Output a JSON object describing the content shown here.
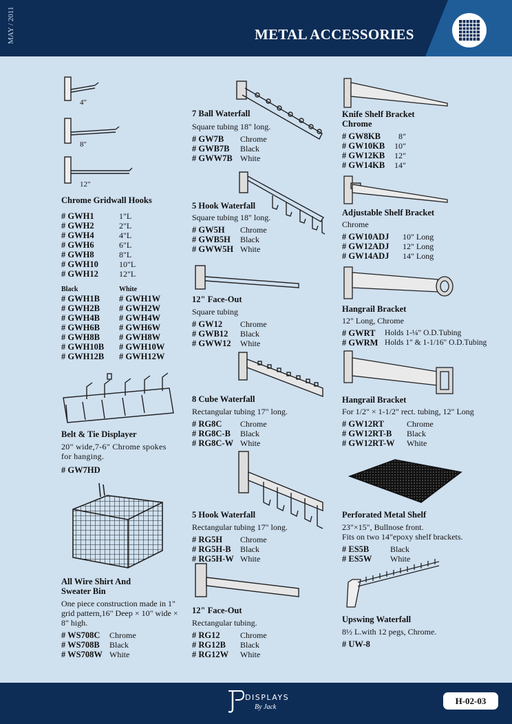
{
  "header": {
    "date": "MAY / 2011",
    "title": "METAL ACCESSORIES",
    "icon": "grid-icon"
  },
  "footer": {
    "logo_text": "DISPLAYS",
    "logo_sub": "By Jack",
    "page_code": "H-02-03"
  },
  "hooks": {
    "labels": [
      "4\"",
      "8\"",
      "12\""
    ],
    "title": "Chrome Gridwall Hooks",
    "codes": [
      {
        "code": "# GWH1",
        "size": "1\"L"
      },
      {
        "code": "# GWH2",
        "size": "2\"L"
      },
      {
        "code": "# GWH4",
        "size": "4\"L"
      },
      {
        "code": "# GWH6",
        "size": "6\"L"
      },
      {
        "code": "# GWH8",
        "size": "8\"L"
      },
      {
        "code": "# GWH10",
        "size": "10\"L"
      },
      {
        "code": "# GWH12",
        "size": "12\"L"
      }
    ],
    "black_head": "Black",
    "white_head": "White",
    "black": [
      "# GWH1B",
      "# GWH2B",
      "# GWH4B",
      "# GWH6B",
      "# GWH8B",
      "# GWH10B",
      "# GWH12B"
    ],
    "white": [
      "# GWH1W",
      "# GWH2W",
      "# GWH4W",
      "# GWH6W",
      "# GWH8W",
      "# GWH10W",
      "# GWH12W"
    ]
  },
  "belt": {
    "title": "Belt & Tie Displayer",
    "desc": "20\" wide,7-6\" Chrome spokes for hanging.",
    "code": "# GW7HD"
  },
  "bin": {
    "title1": "All Wire Shirt And",
    "title2": "Sweater Bin",
    "desc": "One piece construction made in 1\" grid pattern,16\" Deep × 10\" wide × 8\" high.",
    "rows": [
      {
        "code": "# WS708C",
        "finish": "Chrome"
      },
      {
        "code": "# WS708B",
        "finish": "Black"
      },
      {
        "code": "# WS708W",
        "finish": "White"
      }
    ]
  },
  "ball_waterfall": {
    "title": "7 Ball Waterfall",
    "desc": "Square tubing 18\" long.",
    "rows": [
      {
        "code": "# GW7B",
        "finish": "Chrome"
      },
      {
        "code": "# GWB7B",
        "finish": "Black"
      },
      {
        "code": "# GWW7B",
        "finish": "White"
      }
    ]
  },
  "hook_waterfall": {
    "title": "5 Hook Waterfall",
    "desc": "Square tubing 18\" long.",
    "rows": [
      {
        "code": "# GW5H",
        "finish": "Chrome"
      },
      {
        "code": "# GWB5H",
        "finish": "Black"
      },
      {
        "code": "# GWW5H",
        "finish": "White"
      }
    ]
  },
  "faceout": {
    "title": "12\" Face-Out",
    "desc": "Square tubing",
    "rows": [
      {
        "code": "# GW12",
        "finish": "Chrome"
      },
      {
        "code": "# GWB12",
        "finish": "Black"
      },
      {
        "code": "# GWW12",
        "finish": "White"
      }
    ]
  },
  "cube_waterfall": {
    "title": "8 Cube Waterfall",
    "desc": "Rectangular tubing 17\" long.",
    "rows": [
      {
        "code": "# RG8C",
        "finish": "Chrome"
      },
      {
        "code": "# RG8C-B",
        "finish": "Black"
      },
      {
        "code": "# RG8C-W",
        "finish": "White"
      }
    ]
  },
  "hook_waterfall_rect": {
    "title": "5 Hook Waterfall",
    "desc": "Rectangular tubing 17\" long.",
    "rows": [
      {
        "code": "# RG5H",
        "finish": "Chrome"
      },
      {
        "code": "# RG5H-B",
        "finish": "Black"
      },
      {
        "code": "# RG5H-W",
        "finish": "White"
      }
    ]
  },
  "faceout_rect": {
    "title": "12\" Face-Out",
    "desc": "Rectangular tubing.",
    "rows": [
      {
        "code": "# RG12",
        "finish": "Chrome"
      },
      {
        "code": "# RG12B",
        "finish": "Black"
      },
      {
        "code": "# RG12W",
        "finish": "White"
      }
    ]
  },
  "knife": {
    "title1": "Knife Shelf Bracket",
    "title2": "Chrome",
    "rows": [
      {
        "code": "# GW8KB",
        "size": "8\""
      },
      {
        "code": "# GW10KB",
        "size": "10\""
      },
      {
        "code": "# GW12KB",
        "size": "12\""
      },
      {
        "code": "# GW14KB",
        "size": "14\""
      }
    ]
  },
  "adjustable": {
    "title": "Adjustable Shelf Bracket",
    "desc": "Chrome",
    "rows": [
      {
        "code": "# GW10ADJ",
        "size": "10\" Long"
      },
      {
        "code": "# GW12ADJ",
        "size": "12\" Long"
      },
      {
        "code": "# GW14ADJ",
        "size": "14\" Long"
      }
    ]
  },
  "hangrail1": {
    "title": "Hangrail Bracket",
    "desc": "12\" Long, Chrome",
    "rows": [
      {
        "code": "# GWRT",
        "note": "Holds 1-¼\" O.D.Tubing"
      },
      {
        "code": "# GWRM",
        "note": "Holds 1\" & 1-1/16\" O.D.Tubing"
      }
    ]
  },
  "hangrail2": {
    "title": "Hangrail Bracket",
    "desc": "For 1/2\" × 1-1/2\" rect. tubing, 12\" Long",
    "rows": [
      {
        "code": "# GW12RT",
        "finish": "Chrome"
      },
      {
        "code": "# GW12RT-B",
        "finish": "Black"
      },
      {
        "code": "# GW12RT-W",
        "finish": "White"
      }
    ]
  },
  "perforated": {
    "title": "Perforated Metal Shelf",
    "desc1": "23\"×15\", Bullnose front.",
    "desc2": "Fits on two 14\"epoxy shelf brackets.",
    "rows": [
      {
        "code": "# ES5B",
        "finish": "Black"
      },
      {
        "code": "# ES5W",
        "finish": "White"
      }
    ]
  },
  "upswing": {
    "title": "Upswing Waterfall",
    "desc": "8½ L.with 12 pegs, Chrome.",
    "code": "# UW-8"
  }
}
